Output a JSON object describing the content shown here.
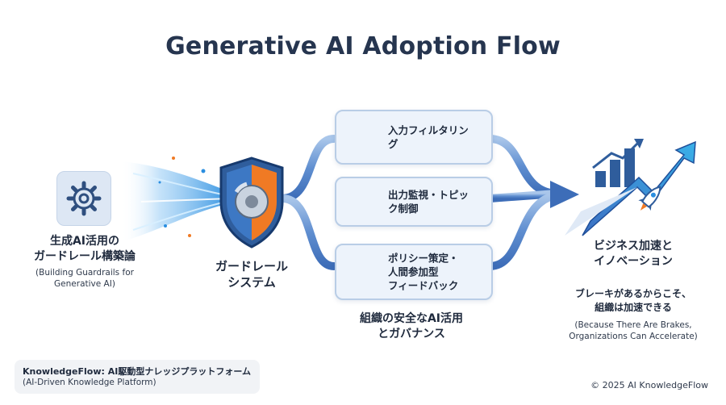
{
  "title": "Generative AI Adoption Flow",
  "left": {
    "label": "生成AI活用の\nガードレール構築論",
    "sublabel": "(Building Guardrails for\nGenerative AI)",
    "icon": "gear-icon"
  },
  "center": {
    "label": "ガードレール\nシステム",
    "icon": "shield-brake-icon"
  },
  "cards": [
    {
      "text": "入力フィルタリン\nグ",
      "icon": "funnel-icon"
    },
    {
      "text": "出力監視・トピッ\nク制御",
      "icon": "eye-slider-icon"
    },
    {
      "text": "ポリシー策定・\n人間参加型\nフィードバック",
      "icon": "document-person-icon"
    }
  ],
  "governance": "組織の安全なAI活用\nとガバナンス",
  "right": {
    "label": "ビジネス加速と\nイノベーション",
    "tagline": "ブレーキがあるからこそ、\n組織は加速できる",
    "translation": "(Because There Are Brakes,\nOrganizations Can Accelerate)",
    "icon": "growth-rocket-icon"
  },
  "footer": {
    "brand": "KnowledgeFlow: AI駆動型ナレッジプラットフォーム",
    "brand_sub": "(AI-Driven Knowledge Platform)",
    "copyright": "© 2025 AI KnowledgeFlow"
  },
  "colors": {
    "primary_blue": "#2f6fb3",
    "accent_orange": "#f07a24",
    "pipe_blue": "#7ea4d6",
    "card_bg": "#edf3fb"
  }
}
